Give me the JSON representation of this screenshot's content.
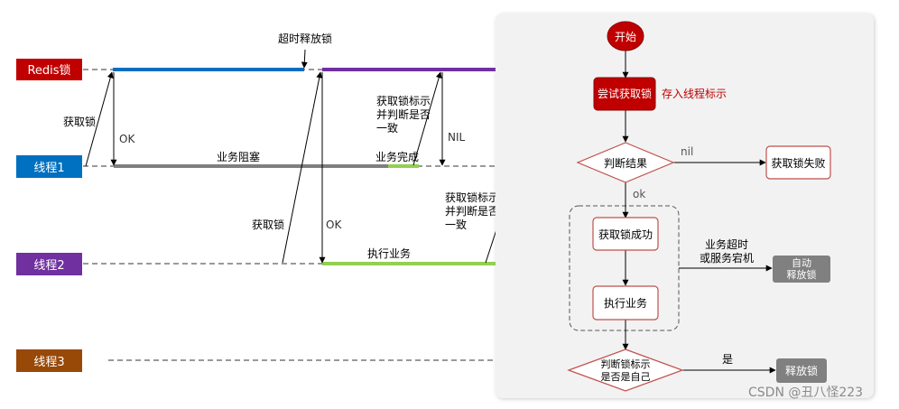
{
  "colors": {
    "redis": "#c00000",
    "thread1": "#0070c0",
    "thread2": "#7030a0",
    "thread3": "#984807",
    "green": "#92d050",
    "gray_bar": "#7f7f7f",
    "flow_red": "#c00000",
    "flow_border": "#c0504d",
    "flow_gray": "#808080",
    "panel_bg": "#f2f2f2"
  },
  "timeline": {
    "lanes": {
      "redis": "Redis锁",
      "thread1": "线程1",
      "thread2": "线程2",
      "thread3": "线程3"
    },
    "annotations": {
      "timeout_release": "超时释放锁",
      "acquire_lock_t1": "获取锁",
      "ok_t1": "OK",
      "business_blocked": "业务阻塞",
      "business_done": "业务完成",
      "check_t1": [
        "获取锁标示",
        "并判断是否",
        "一致"
      ],
      "nil": "NIL",
      "check_t2": [
        "获取锁标示",
        "并判断是否",
        "一致"
      ],
      "acquire_lock_t2": "获取锁",
      "ok_t2": "OK",
      "execute_business": "执行业务"
    }
  },
  "flowchart": {
    "start": "开始",
    "try_acquire": "尝试获取锁",
    "store_thread_id": "存入线程标示",
    "judge_result": "判断结果",
    "nil_label": "nil",
    "acquire_failed": "获取锁失败",
    "ok_label": "ok",
    "acquire_success": "获取锁成功",
    "execute_business": "执行业务",
    "timeout_note": [
      "业务超时",
      "或服务宕机"
    ],
    "auto_release": [
      "自动",
      "释放锁"
    ],
    "judge_owner": [
      "判断锁标示",
      "是否是自己"
    ],
    "yes_label": "是",
    "release_lock": "释放锁"
  },
  "watermark": "CSDN @丑八怪223"
}
